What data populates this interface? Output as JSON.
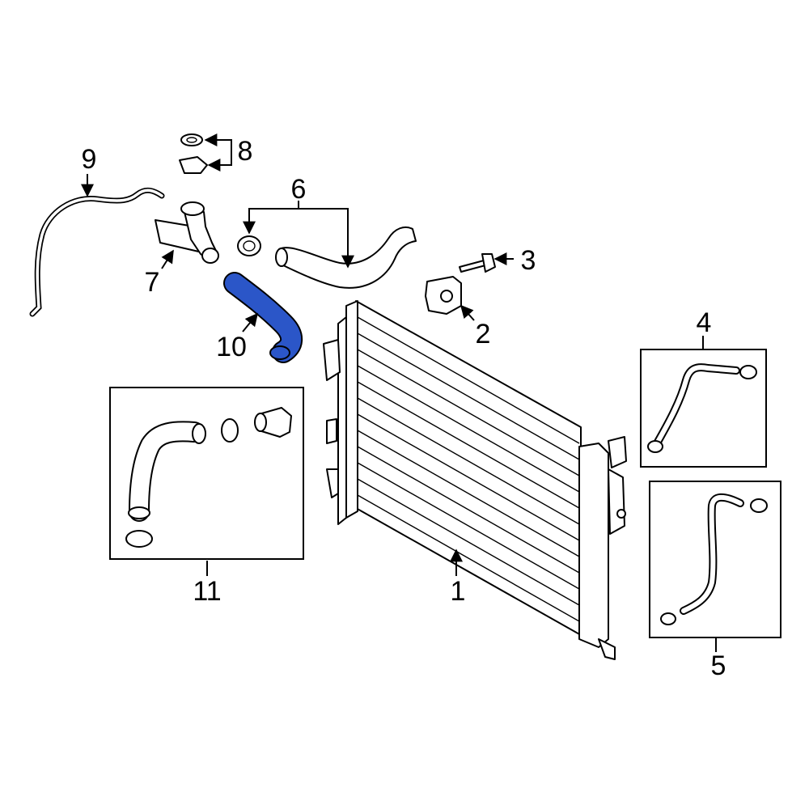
{
  "callouts": {
    "c1": "1",
    "c2": "2",
    "c3": "3",
    "c4": "4",
    "c5": "5",
    "c6": "6",
    "c7": "7",
    "c8": "8",
    "c9": "9",
    "c10": "10",
    "c11": "11"
  },
  "colors": {
    "highlight": "#2b56c8",
    "line": "#000000",
    "background": "#ffffff"
  }
}
